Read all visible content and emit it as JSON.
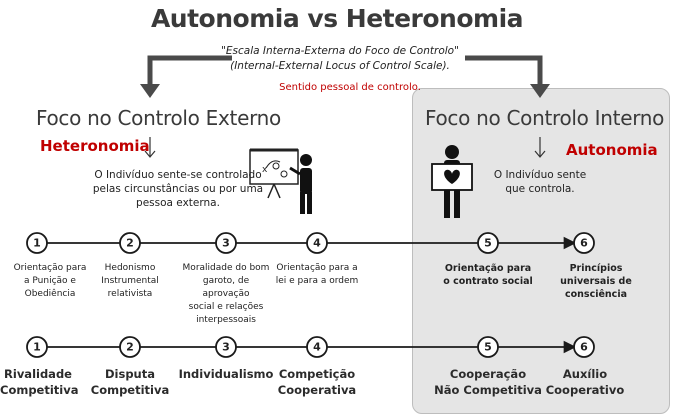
{
  "title": "Autonomia vs Heteronomia",
  "scale": {
    "line1": "\"Escala Interna-Externa do Foco de Controlo\"",
    "line2": "(Internal-External Locus of Control Scale).",
    "personal_sense": "Sentido pessoal de controlo."
  },
  "external": {
    "heading": "Foco no Controlo Externo",
    "label": "Heteronomia",
    "desc_line1": "O Indivíduo sente-se controlado",
    "desc_line2": "pelas circunstâncias ou por uma",
    "desc_line3": "pessoa externa."
  },
  "internal": {
    "heading": "Foco no Controlo Interno",
    "label": "Autonomia",
    "desc_line1": "O Indivíduo sente",
    "desc_line2": "que controla."
  },
  "stages": [
    {
      "num": "1",
      "lines": [
        "Orientação para",
        "a Punição e",
        "Obediência"
      ]
    },
    {
      "num": "2",
      "lines": [
        "Hedonismo",
        "Instrumental",
        "relativista"
      ]
    },
    {
      "num": "3",
      "lines": [
        "Moralidade do bom",
        "garoto, de aprovação",
        "social e relações",
        "interpessoais"
      ]
    },
    {
      "num": "4",
      "lines": [
        "Orientação para a",
        "lei e para a ordem"
      ]
    },
    {
      "num": "5",
      "lines": [
        "Orientação para",
        "o contrato social"
      ]
    },
    {
      "num": "6",
      "lines": [
        "Princípios",
        "universais de",
        "consciência"
      ]
    }
  ],
  "cooperation": [
    {
      "num": "1",
      "lines": [
        "Rivalidade",
        "Competitiva"
      ]
    },
    {
      "num": "2",
      "lines": [
        "Disputa",
        "Competitiva"
      ]
    },
    {
      "num": "3",
      "lines": [
        "Individualismo"
      ]
    },
    {
      "num": "4",
      "lines": [
        "Competição",
        "Cooperativa"
      ]
    },
    {
      "num": "5",
      "lines": [
        "Cooperação",
        "Não Competitiva"
      ]
    },
    {
      "num": "6",
      "lines": [
        "Auxílio",
        "Cooperativo"
      ]
    }
  ]
}
